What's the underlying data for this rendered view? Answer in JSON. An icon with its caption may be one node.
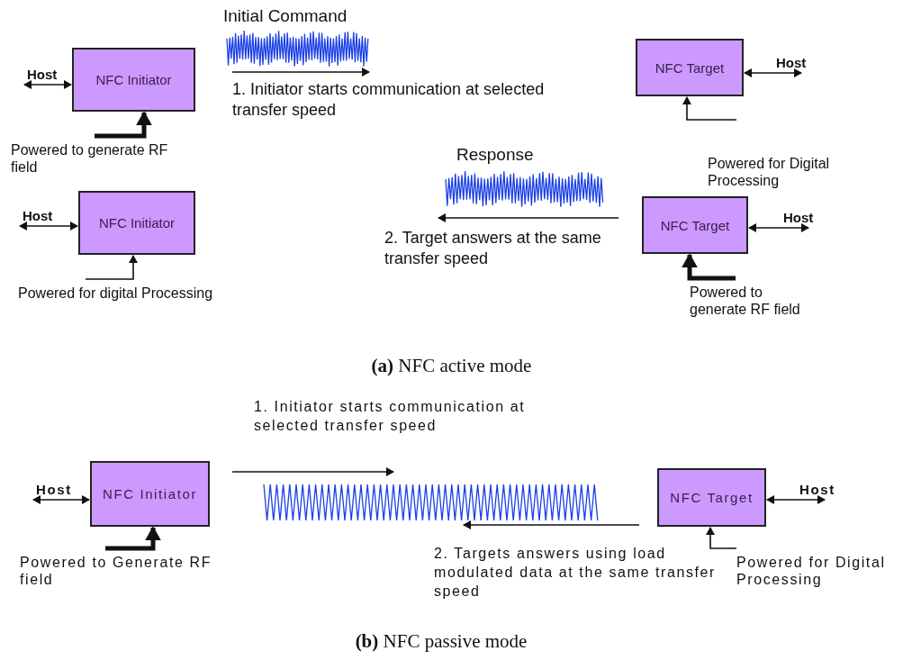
{
  "diagram": {
    "nodes": [
      {
        "text": [
          "NFC Initiator"
        ]
      },
      {
        "text": [
          "Host"
        ]
      },
      {
        "text": [
          "Powered to generate RF field"
        ]
      },
      {
        "text": [
          "NFC Initiator"
        ]
      },
      {
        "text": [
          "Host"
        ]
      },
      {
        "text": [
          "Powered for digital Processing"
        ]
      },
      {
        "text": [
          "NFC Target"
        ]
      },
      {
        "text": [
          "Host"
        ]
      },
      {
        "text": [
          "NFC Target"
        ]
      },
      {
        "text": [
          "Host"
        ]
      },
      {
        "text": [
          "Powered to generate RF field"
        ]
      },
      {
        "text": [
          "NFC Initiator"
        ]
      },
      {
        "text": [
          "Host"
        ]
      },
      {
        "text": [
          "Powered to Generate RF field"
        ]
      },
      {
        "text": [
          "NFC Target"
        ]
      },
      {
        "text": [
          "Host"
        ]
      },
      {
        "text": [
          "Powered for Digital Processing"
        ]
      }
    ],
    "edges": [
      {
        "from": 1,
        "to": 0,
        "arrow": "both"
      },
      {
        "from": 2,
        "to": 0,
        "arrow": "to",
        "style": "thick"
      },
      {
        "from": 4,
        "to": 3,
        "arrow": "both"
      },
      {
        "from": 5,
        "to": 3,
        "arrow": "to"
      },
      {
        "from": 7,
        "to": 6,
        "arrow": "both"
      },
      {
        "from": null,
        "to": 6,
        "arrow": "to"
      },
      {
        "from": 9,
        "to": 8,
        "arrow": "both"
      },
      {
        "from": 10,
        "to": 8,
        "arrow": "to",
        "style": "thick"
      },
      {
        "from": 12,
        "to": 11,
        "arrow": "both"
      },
      {
        "from": 13,
        "to": 11,
        "arrow": "to",
        "style": "thick"
      },
      {
        "from": 15,
        "to": 14,
        "arrow": "both"
      },
      {
        "from": 16,
        "to": 14,
        "arrow": "to"
      }
    ],
    "labels": [
      "Initial Command",
      "1. Initiator starts communication at selected transfer speed",
      "Response",
      "Powered for Digital Processing",
      "2. Target answers at the same transfer speed",
      "**(a)** NFC active mode",
      "1. Initiator starts communication at selected transfer speed",
      "2. Targets answers using load modulated data at the same transfer speed",
      "**(b)** NFC passive mode"
    ]
  }
}
